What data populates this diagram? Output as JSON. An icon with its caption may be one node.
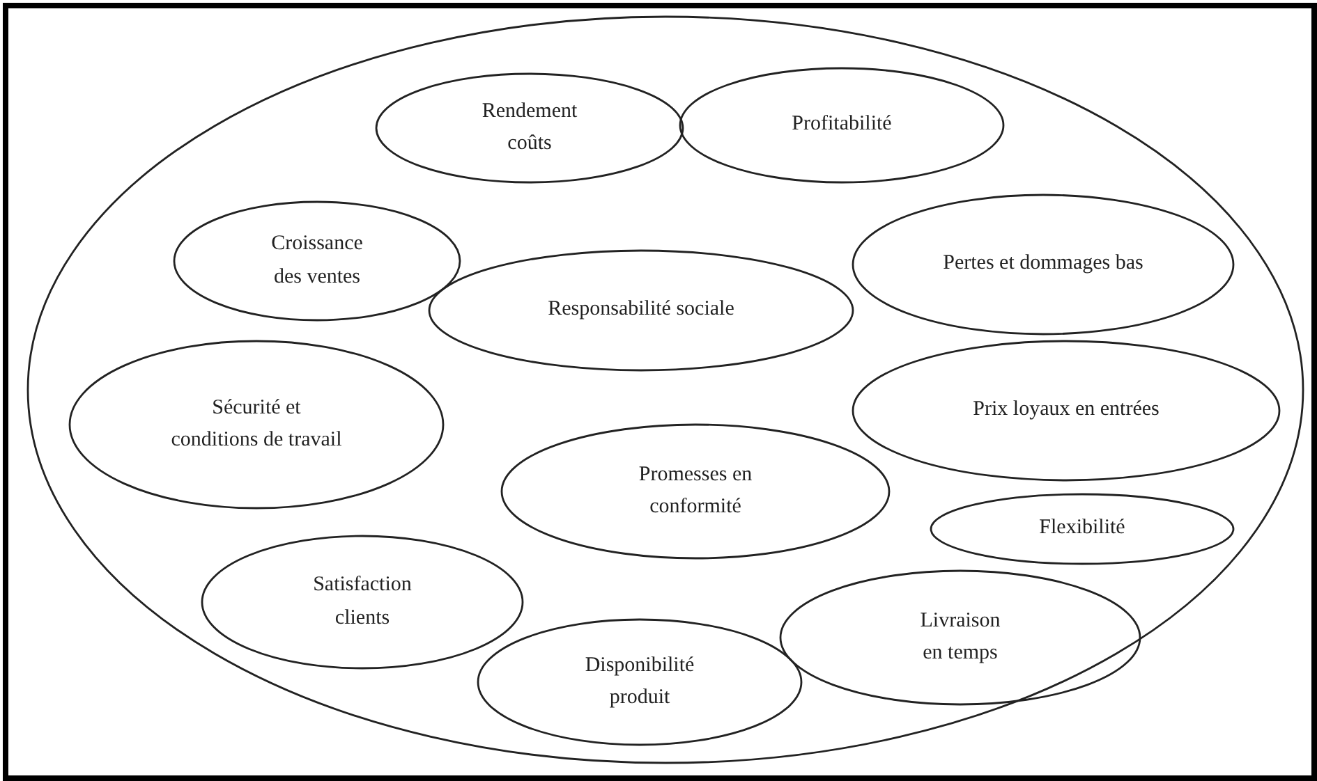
{
  "diagram": {
    "nodes": [
      {
        "text": [],
        "shape": "ellipse"
      },
      {
        "text": [
          "Rendement coûts"
        ],
        "in": 0
      },
      {
        "text": [
          "Profitabilité"
        ],
        "in": 0
      },
      {
        "text": [
          "Croissance des ventes"
        ],
        "in": 0
      },
      {
        "text": [
          "Responsabilité sociale"
        ],
        "in": 0
      },
      {
        "text": [
          "Pertes et dommages bas"
        ],
        "in": 0
      },
      {
        "text": [
          "Sécurité et conditions de travail"
        ],
        "in": 0
      },
      {
        "text": [
          "Prix loyaux en entrées"
        ],
        "in": 0
      },
      {
        "text": [
          "Promesses en conformité"
        ],
        "in": 0
      },
      {
        "text": [
          "Flexibilité"
        ],
        "in": 0
      },
      {
        "text": [
          "Satisfaction clients"
        ],
        "in": 0
      },
      {
        "text": [
          "Livraison en temps"
        ],
        "in": 0
      },
      {
        "text": [
          "Disponibilité produit"
        ],
        "in": 0
      }
    ],
    "edges": []
  }
}
